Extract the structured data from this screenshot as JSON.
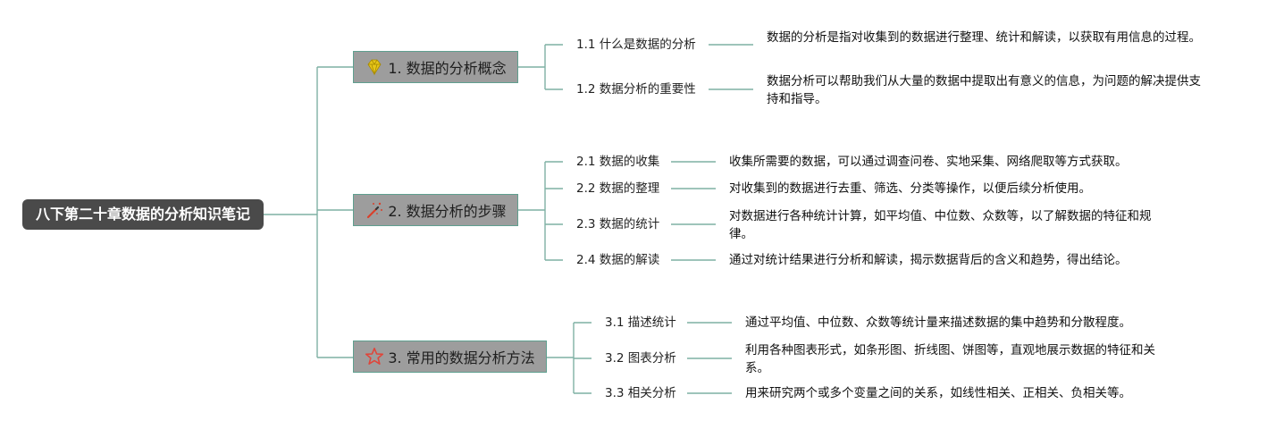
{
  "root": {
    "title": "八下第二十章数据的分析知识笔记"
  },
  "branches": [
    {
      "title": "1. 数据的分析概念",
      "icon": "gem-icon",
      "children": [
        {
          "label": "1.1 什么是数据的分析",
          "desc": "数据的分析是指对收集到的数据进行整理、统计和解读，以获取有用信息的过程。"
        },
        {
          "label": "1.2 数据分析的重要性",
          "desc": "数据分析可以帮助我们从大量的数据中提取出有意义的信息，为问题的解决提供支持和指导。"
        }
      ]
    },
    {
      "title": "2. 数据分析的步骤",
      "icon": "magic-wand-icon",
      "children": [
        {
          "label": "2.1 数据的收集",
          "desc": "收集所需要的数据，可以通过调查问卷、实地采集、网络爬取等方式获取。"
        },
        {
          "label": "2.2 数据的整理",
          "desc": "对收集到的数据进行去重、筛选、分类等操作，以便后续分析使用。"
        },
        {
          "label": "2.3 数据的统计",
          "desc": "对数据进行各种统计计算，如平均值、中位数、众数等，以了解数据的特征和规律。"
        },
        {
          "label": "2.4 数据的解读",
          "desc": "通过对统计结果进行分析和解读，揭示数据背后的含义和趋势，得出结论。"
        }
      ]
    },
    {
      "title": "3. 常用的数据分析方法",
      "icon": "star-icon",
      "children": [
        {
          "label": "3.1 描述统计",
          "desc": "通过平均值、中位数、众数等统计量来描述数据的集中趋势和分散程度。"
        },
        {
          "label": "3.2 图表分析",
          "desc": "利用各种图表形式，如条形图、折线图、饼图等，直观地展示数据的特征和关系。"
        },
        {
          "label": "3.3 相关分析",
          "desc": "用来研究两个或多个变量之间的关系，如线性相关、正相关、负相关等。"
        }
      ]
    }
  ],
  "colors": {
    "root_bg": "#4a4a4a",
    "branch_bg": "#9d9d9d",
    "connector": "#7fb0a4",
    "gem": "#e6c619",
    "wand": "#d9402b",
    "star": "#e0453a"
  }
}
